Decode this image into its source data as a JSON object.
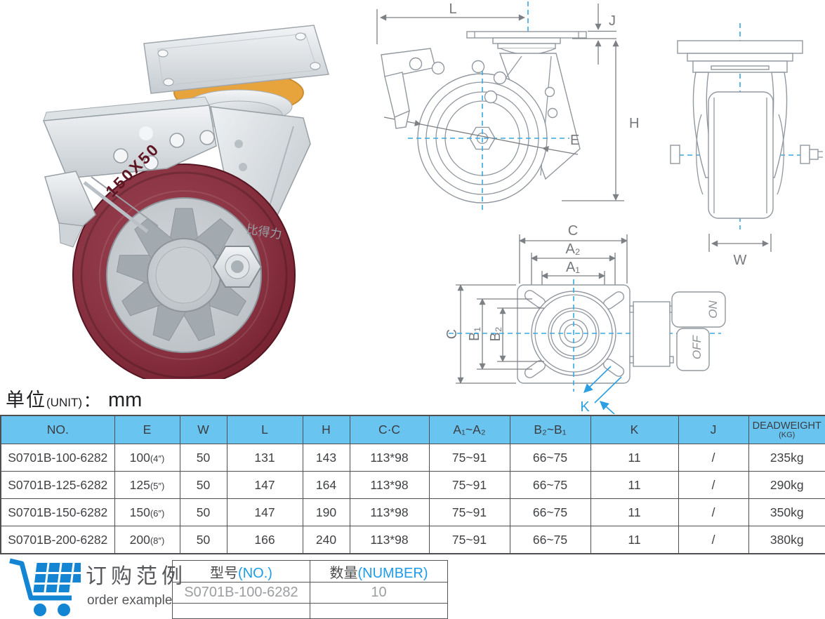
{
  "colors": {
    "table_header_bg": "#69C4F0",
    "accent_blue_text": "#1E9BE9",
    "centerline_blue": "#38A8E2",
    "k_dim_blue": "#2B9FE0",
    "cart_blue": "#1485D3",
    "wheel_maroon": "#7A2534",
    "hub_gray": "#BFC4C9",
    "seal_orange": "#E7A33C"
  },
  "unit": {
    "zh": "单位",
    "en": "(UNIT)",
    "sep": "：",
    "value": "mm"
  },
  "photo": {
    "wheel_marking": "150X50",
    "brand_marking": "比得力"
  },
  "side_view": {
    "l": "L",
    "j": "J",
    "h": "H",
    "e": "E"
  },
  "front_view": {
    "w": "W"
  },
  "bottom_view": {
    "c_top": "C",
    "a2": "A₂",
    "a1": "A₁",
    "c_left": "C",
    "b1": "B₁",
    "b2": "B₂",
    "k": "K",
    "on": "ON",
    "off": "OFF"
  },
  "spec_table": {
    "columns": [
      {
        "label": "NO."
      },
      {
        "label": "E"
      },
      {
        "label": "W"
      },
      {
        "label": "L"
      },
      {
        "label": "H"
      },
      {
        "label": "C·C"
      },
      {
        "label": "A₁~A₂"
      },
      {
        "label": "B₂~B₁"
      },
      {
        "label": "K"
      },
      {
        "label": "J"
      },
      {
        "label": "DEADWEIGHT",
        "sublabel": "(KG)"
      }
    ],
    "rows": [
      {
        "no": "S0701B-100-6282",
        "e": "100",
        "e_inch": "(4″)",
        "w": "50",
        "l": "131",
        "h": "143",
        "cc": "113*98",
        "a": "75~91",
        "b": "66~75",
        "k": "11",
        "j": "/",
        "dw": "235kg"
      },
      {
        "no": "S0701B-125-6282",
        "e": "125",
        "e_inch": "(5″)",
        "w": "50",
        "l": "147",
        "h": "164",
        "cc": "113*98",
        "a": "75~91",
        "b": "66~75",
        "k": "11",
        "j": "/",
        "dw": "290kg"
      },
      {
        "no": "S0701B-150-6282",
        "e": "150",
        "e_inch": "(6″)",
        "w": "50",
        "l": "147",
        "h": "190",
        "cc": "113*98",
        "a": "75~91",
        "b": "66~75",
        "k": "11",
        "j": "/",
        "dw": "350kg"
      },
      {
        "no": "S0701B-200-6282",
        "e": "200",
        "e_inch": "(8″)",
        "w": "50",
        "l": "166",
        "h": "240",
        "cc": "113*98",
        "a": "75~91",
        "b": "66~75",
        "k": "11",
        "j": "/",
        "dw": "380kg"
      }
    ]
  },
  "order_example": {
    "title_zh": "订购范例",
    "title_en": "order example",
    "header_model_zh": "型号",
    "header_model_en": "(NO.)",
    "header_qty_zh": "数量",
    "header_qty_en": "(NUMBER)",
    "model": "S0701B-100-6282",
    "qty": "10"
  }
}
